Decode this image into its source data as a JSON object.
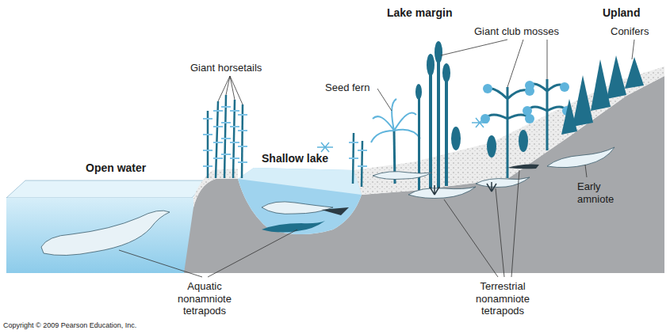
{
  "diagram": {
    "labels": [
      "Lake margin",
      "Upland",
      "Giant club mosses",
      "Conifers",
      "Seed fern",
      "Giant horsetails",
      "Open water",
      "Shallow lake",
      "Early amniote",
      "Aquatic nonamniote tetrapods",
      "Terrestrial nonamniote tetrapods",
      "Copyright © 2009 Pearson Education, Inc."
    ]
  }
}
